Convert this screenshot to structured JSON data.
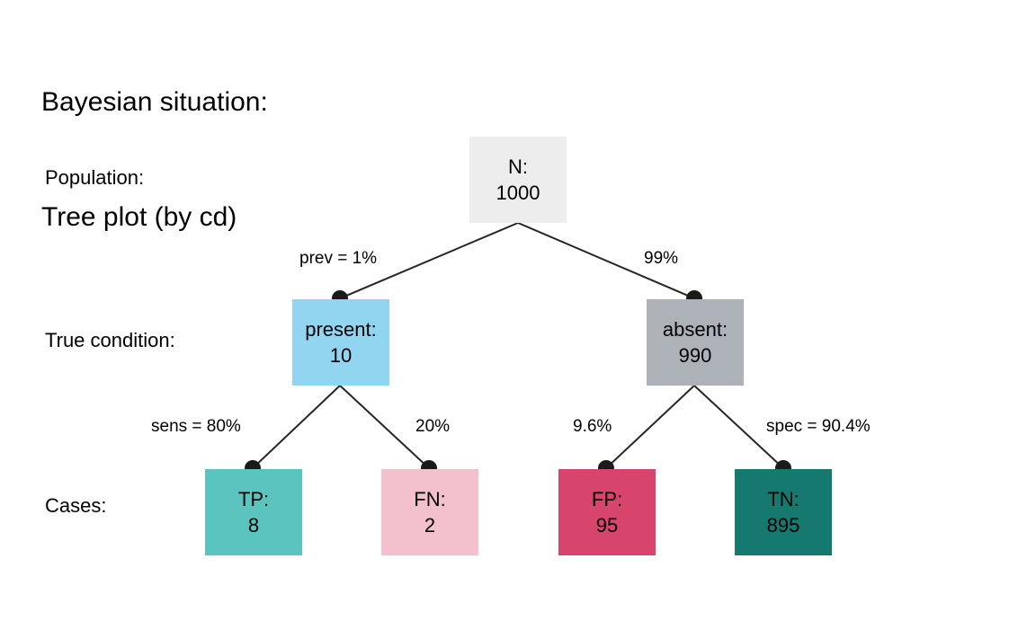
{
  "title": {
    "line1": "Bayesian situation:",
    "line2": "Tree plot (by cd)"
  },
  "row_labels": {
    "population": "Population:",
    "true_condition": "True condition:",
    "cases": "Cases:"
  },
  "colors": {
    "root": "#EDEDED",
    "present": "#92D5F0",
    "absent": "#ADB1B8",
    "tp": "#5CC4BE",
    "fn": "#F3C0CE",
    "fp": "#D8456C",
    "tn": "#16796F",
    "edge": "#262626",
    "dot": "#1A1A1A"
  },
  "nodes": {
    "root": {
      "name": "N:",
      "value": "1000"
    },
    "present": {
      "name": "present:",
      "value": "10"
    },
    "absent": {
      "name": "absent:",
      "value": "990"
    },
    "tp": {
      "name": "TP:",
      "value": "8"
    },
    "fn": {
      "name": "FN:",
      "value": "2"
    },
    "fp": {
      "name": "FP:",
      "value": "95"
    },
    "tn": {
      "name": "TN:",
      "value": "895"
    }
  },
  "edge_labels": {
    "prev": "prev = 1%",
    "prev_complement": "99%",
    "sens": "sens = 80%",
    "sens_complement": "20%",
    "fpr": "9.6%",
    "spec": "spec = 90.4%"
  },
  "chart_data": {
    "type": "diagram",
    "title": "Bayesian situation: Tree plot (by cd)",
    "levels": [
      "Population:",
      "True condition:",
      "Cases:"
    ],
    "tree": {
      "label": "N:",
      "value": 1000,
      "children": [
        {
          "label": "present:",
          "value": 10,
          "branch_label": "prev = 1%",
          "branch_probability": 0.01,
          "children": [
            {
              "label": "TP:",
              "value": 8,
              "branch_label": "sens = 80%",
              "branch_probability": 0.8
            },
            {
              "label": "FN:",
              "value": 2,
              "branch_label": "20%",
              "branch_probability": 0.2
            }
          ]
        },
        {
          "label": "absent:",
          "value": 990,
          "branch_label": "99%",
          "branch_probability": 0.99,
          "children": [
            {
              "label": "FP:",
              "value": 95,
              "branch_label": "9.6%",
              "branch_probability": 0.096
            },
            {
              "label": "TN:",
              "value": 895,
              "branch_label": "spec = 90.4%",
              "branch_probability": 0.904
            }
          ]
        }
      ]
    }
  }
}
